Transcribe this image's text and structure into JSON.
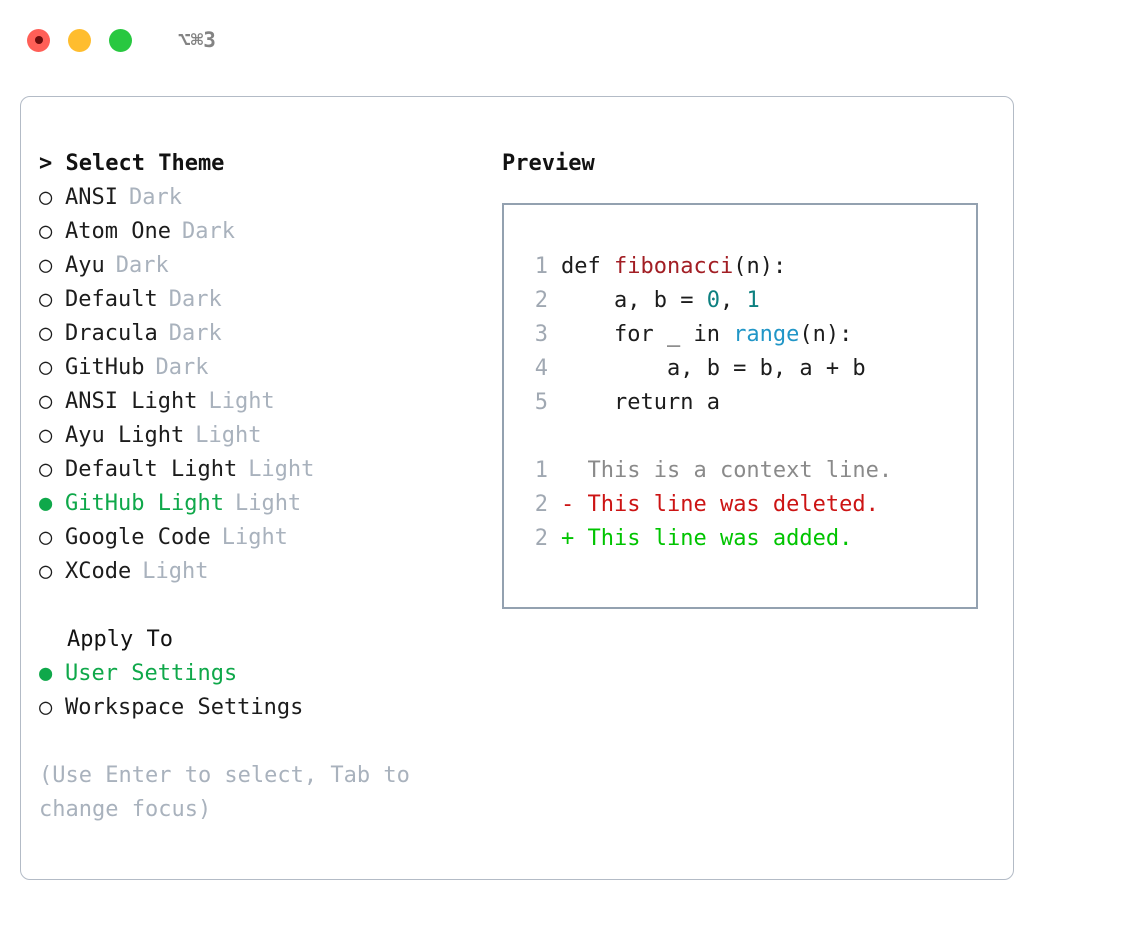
{
  "titlebar": {
    "shortcut": "⌥⌘3",
    "buttons": [
      {
        "name": "close",
        "color": "#ff5f57"
      },
      {
        "name": "minimize",
        "color": "#ffbd2e"
      },
      {
        "name": "maximize",
        "color": "#28c840"
      }
    ]
  },
  "theme_picker": {
    "header": "> Select Theme",
    "marker_selected": "●",
    "marker_unselected": "○",
    "items": [
      {
        "label": "ANSI",
        "tag": "Dark",
        "selected": false
      },
      {
        "label": "Atom One",
        "tag": "Dark",
        "selected": false
      },
      {
        "label": "Ayu",
        "tag": "Dark",
        "selected": false
      },
      {
        "label": "Default",
        "tag": "Dark",
        "selected": false
      },
      {
        "label": "Dracula",
        "tag": "Dark",
        "selected": false
      },
      {
        "label": "GitHub",
        "tag": "Dark",
        "selected": false
      },
      {
        "label": "ANSI Light",
        "tag": "Light",
        "selected": false
      },
      {
        "label": "Ayu Light",
        "tag": "Light",
        "selected": false
      },
      {
        "label": "Default Light",
        "tag": "Light",
        "selected": false
      },
      {
        "label": "GitHub Light",
        "tag": "Light",
        "selected": true
      },
      {
        "label": "Google Code",
        "tag": "Light",
        "selected": false
      },
      {
        "label": "XCode",
        "tag": "Light",
        "selected": false
      }
    ]
  },
  "apply_to": {
    "header": "Apply To",
    "items": [
      {
        "label": "User Settings",
        "selected": true
      },
      {
        "label": "Workspace Settings",
        "selected": false
      }
    ]
  },
  "hint": "(Use Enter to select, Tab to change focus)",
  "preview": {
    "header": "Preview",
    "code_lines": [
      {
        "num": "1",
        "segments": [
          {
            "text": "def ",
            "kind": "plain"
          },
          {
            "text": "fibonacci",
            "kind": "fn"
          },
          {
            "text": "(n):",
            "kind": "plain"
          }
        ]
      },
      {
        "num": "2",
        "segments": [
          {
            "text": "    a, b = ",
            "kind": "plain"
          },
          {
            "text": "0",
            "kind": "num"
          },
          {
            "text": ", ",
            "kind": "plain"
          },
          {
            "text": "1",
            "kind": "num"
          }
        ]
      },
      {
        "num": "3",
        "segments": [
          {
            "text": "    for _ in ",
            "kind": "plain"
          },
          {
            "text": "range",
            "kind": "builtin"
          },
          {
            "text": "(n):",
            "kind": "plain"
          }
        ]
      },
      {
        "num": "4",
        "segments": [
          {
            "text": "        a, b = b, a + b",
            "kind": "plain"
          }
        ]
      },
      {
        "num": "5",
        "segments": [
          {
            "text": "    return a",
            "kind": "plain"
          }
        ]
      }
    ],
    "diff_lines": [
      {
        "num": "1",
        "sign": " ",
        "text": " This is a context line.",
        "kind": "context"
      },
      {
        "num": "2",
        "sign": "-",
        "text": " This line was deleted.",
        "kind": "del"
      },
      {
        "num": "2",
        "sign": "+",
        "text": " This line was added.",
        "kind": "add"
      }
    ]
  },
  "colors": {
    "selection_green": "#0fa84a",
    "tag_gray": "#a9b2bd",
    "diff_add": "#00c400",
    "diff_del": "#cc1414",
    "diff_context": "#8a8a8a",
    "syntax_function": "#a21e24",
    "syntax_number": "#0d8080",
    "syntax_builtin": "#2196c7",
    "panel_border": "#b3bbc6",
    "preview_border": "#93a1b0"
  }
}
